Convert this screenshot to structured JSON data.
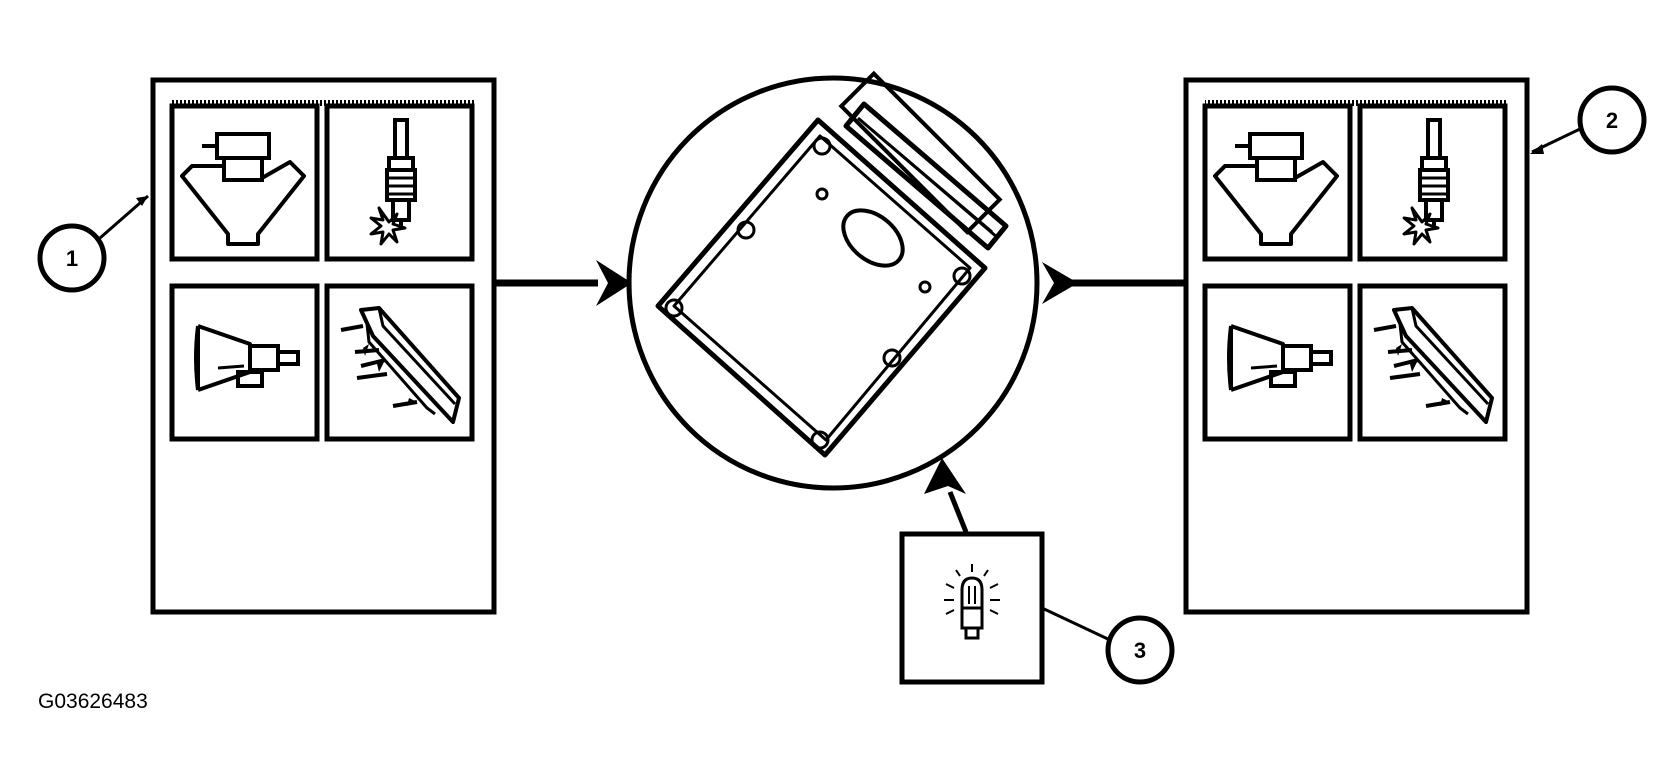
{
  "figure_id": "G03626483",
  "callouts": {
    "input_panel": "1",
    "output_panel": "2",
    "indicator_lamp": "3"
  },
  "colors": {
    "ink": "#000000",
    "paper": "#ffffff"
  },
  "icons": {
    "panel_icons": [
      "fuel-injector-icon",
      "spark-plug-icon",
      "headlamp-bulb-icon",
      "windshield-wiper-icon"
    ],
    "center": "control-module-icon",
    "lamp": "warning-lamp-icon"
  }
}
